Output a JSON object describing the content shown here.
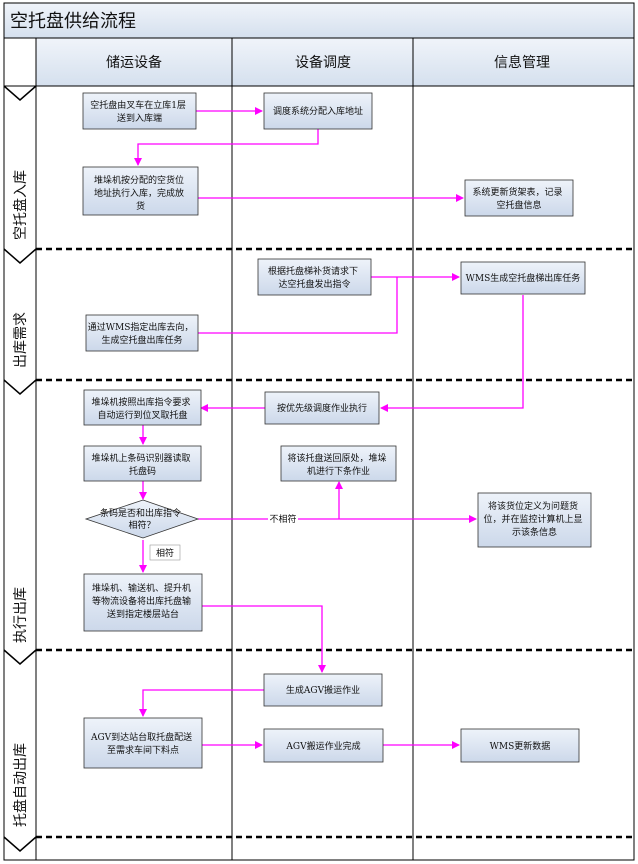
{
  "title": "空托盘供给流程",
  "columns": [
    "储运设备",
    "设备调度",
    "信息管理"
  ],
  "lanes": [
    "空托盘入库",
    "出库需求",
    "执行出库",
    "托盘自动出库"
  ],
  "nodes": {
    "n1": [
      "空托盘由叉车在立库1层",
      "送到入库端"
    ],
    "n2": [
      "调度系统分配入库地址"
    ],
    "n3": [
      "堆垛机按分配的空货位",
      "地址执行入库，完成放",
      "货"
    ],
    "n4": [
      "系统更新货架表，记录",
      "空托盘信息"
    ],
    "n5": [
      "根据托盘梯补货请求下",
      "达空托盘发出指令"
    ],
    "n6": [
      "WMS生成空托盘梯出库任务"
    ],
    "n7": [
      "通过WMS指定出库去向，",
      "生成空托盘出库任务"
    ],
    "n8": [
      "堆垛机按照出库指令要求",
      "自动运行到位叉取托盘"
    ],
    "n9": [
      "按优先级调度作业执行"
    ],
    "n10": [
      "堆垛机上条码识别器读取",
      "托盘码"
    ],
    "n11": [
      "将该托盘送回原处，堆垛",
      "机进行下条作业"
    ],
    "n12": [
      "条码是否和出库指令",
      "相符？"
    ],
    "n13": [
      "将该货位定义为问题货",
      "位，并在监控计算机上显",
      "示该条信息"
    ],
    "n14": [
      "堆垛机、输送机、提升机",
      "等物流设备将出库托盘输",
      "送到指定楼层站台"
    ],
    "n15": [
      "生成AGV搬运作业"
    ],
    "n16": [
      "AGV到达站台取托盘配送",
      "至需求车间下料点"
    ],
    "n17": [
      "AGV搬运作业完成"
    ],
    "n18": [
      "WMS更新数据"
    ]
  },
  "edge_labels": {
    "not_match": "不相符",
    "match": "相符"
  },
  "colors": {
    "arrow": "#ff00ff",
    "box_fill": "#dde6f4",
    "header_fill": "#e4ecf6",
    "border": "#000000"
  }
}
